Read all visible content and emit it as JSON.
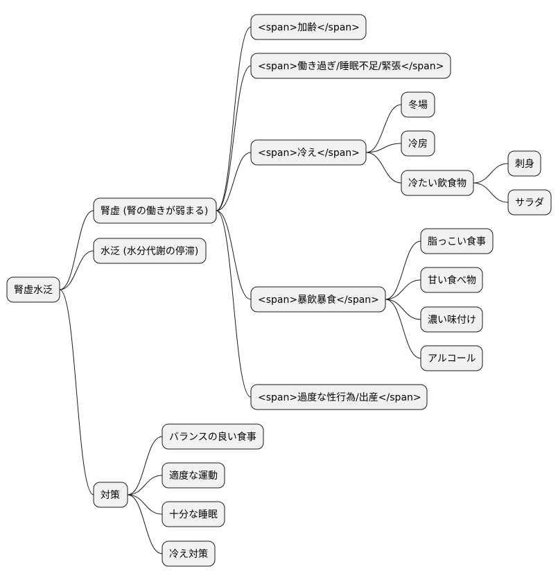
{
  "mindmap": {
    "root": {
      "id": "root",
      "label": "腎虚水泛",
      "children": [
        {
          "id": "kidney",
          "label": "腎虚 (腎の働きが弱まる)",
          "children": [
            {
              "id": "k-age",
              "label": "<span>加齢</span>",
              "children": []
            },
            {
              "id": "k-overwork",
              "label": "<span>働き過ぎ/睡眠不足/緊張</span>",
              "children": []
            },
            {
              "id": "k-cold",
              "label": "<span>冷え</span>",
              "children": [
                {
                  "id": "c-winter",
                  "label": "冬場",
                  "children": []
                },
                {
                  "id": "c-ac",
                  "label": "冷房",
                  "children": []
                },
                {
                  "id": "c-food",
                  "label": "冷たい飲食物",
                  "children": [
                    {
                      "id": "f-sashimi",
                      "label": "刺身",
                      "children": []
                    },
                    {
                      "id": "f-salad",
                      "label": "サラダ",
                      "children": []
                    }
                  ]
                }
              ]
            },
            {
              "id": "k-binge",
              "label": "<span>暴飲暴食</span>",
              "children": [
                {
                  "id": "b-fatty",
                  "label": "脂っこい食事",
                  "children": []
                },
                {
                  "id": "b-sweet",
                  "label": "甘い食べ物",
                  "children": []
                },
                {
                  "id": "b-strong",
                  "label": "濃い味付け",
                  "children": []
                },
                {
                  "id": "b-alcohol",
                  "label": "アルコール",
                  "children": []
                }
              ]
            },
            {
              "id": "k-excess",
              "label": "<span>過度な性行為/出産</span>",
              "children": []
            }
          ]
        },
        {
          "id": "water",
          "label": "水泛 (水分代謝の停滞)",
          "children": []
        },
        {
          "id": "measures",
          "label": "対策",
          "children": [
            {
              "id": "m-diet",
              "label": "バランスの良い食事",
              "children": []
            },
            {
              "id": "m-exercise",
              "label": "適度な運動",
              "children": []
            },
            {
              "id": "m-sleep",
              "label": "十分な睡眠",
              "children": []
            },
            {
              "id": "m-cold",
              "label": "冷え対策",
              "children": []
            }
          ]
        }
      ]
    }
  },
  "colors": {
    "node_fill": "#f1f1f1",
    "node_stroke": "#181818",
    "edge": "#181818",
    "text": "#000000",
    "background": "#ffffff"
  }
}
